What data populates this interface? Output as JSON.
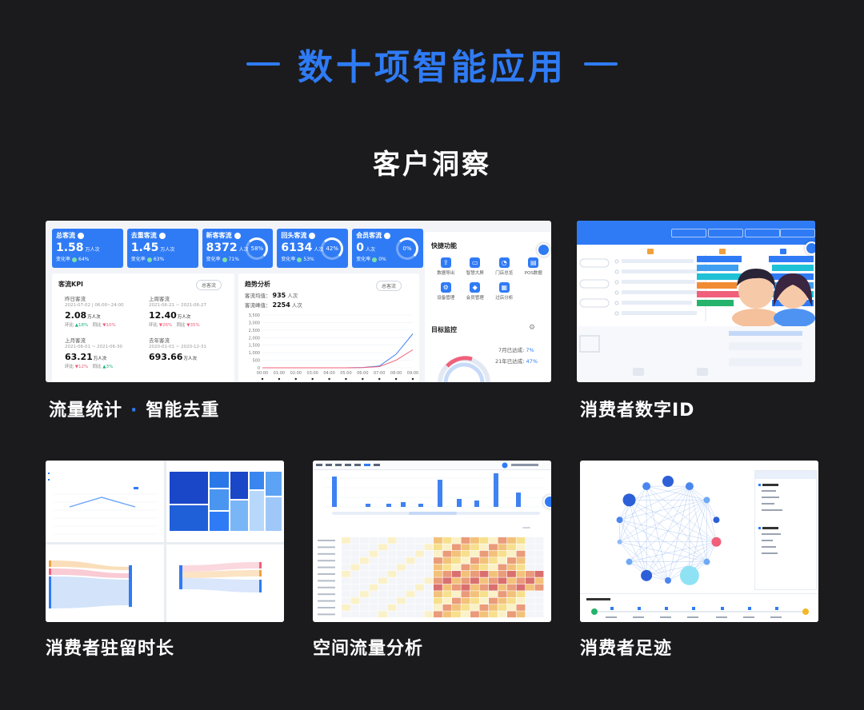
{
  "header": {
    "title": "数十项智能应用"
  },
  "section": {
    "title": "客户洞察"
  },
  "captions": {
    "card1_left": "流量统计",
    "card1_sep": "·",
    "card1_right": "智能去重",
    "card2": "消费者数字ID",
    "card3": "消费者驻留时长",
    "card4": "空间流量分析",
    "card5": "消费者足迹"
  },
  "colors": {
    "accent": "#2f7bf5",
    "background": "#1b1b1d",
    "up": "#1fb47a",
    "down": "#f05c7a"
  },
  "card1": {
    "kpis": [
      {
        "label": "总客流",
        "value": "1.58",
        "unit": "万人次",
        "rate_label": "变化率",
        "rate": "64%"
      },
      {
        "label": "去重客流",
        "value": "1.45",
        "unit": "万人次",
        "rate_label": "变化率",
        "rate": "63%"
      },
      {
        "label": "新客客流",
        "value": "8372",
        "unit": "人次",
        "rate_label": "变化率",
        "rate": "71%",
        "ring": "58%"
      },
      {
        "label": "回头客流",
        "value": "6134",
        "unit": "人次",
        "rate_label": "变化率",
        "rate": "53%",
        "ring": "42%"
      },
      {
        "label": "会员客流",
        "value": "0",
        "unit": "人次",
        "rate_label": "变化率",
        "rate": "0%",
        "ring": "0%"
      }
    ],
    "kpi_panel": {
      "title": "客流KPI",
      "select": "总客流",
      "cells": [
        {
          "name": "昨日客流",
          "range": "2021-07-02 | 06:00~24:00",
          "value": "2.08",
          "unit": "万人次",
          "ring_label": "环比",
          "ring_val": "18%",
          "ring_dir": "up",
          "yoy_label": "同比",
          "yoy_val": "10%",
          "yoy_dir": "down"
        },
        {
          "name": "上周客流",
          "range": "2021-06-21 ~ 2021-06-27",
          "value": "12.40",
          "unit": "万人次",
          "ring_label": "环比",
          "ring_val": "26%",
          "ring_dir": "down",
          "yoy_label": "同比",
          "yoy_val": "35%",
          "yoy_dir": "down"
        },
        {
          "name": "上月客流",
          "range": "2021-06-01 ~ 2021-06-30",
          "value": "63.21",
          "unit": "万人次",
          "ring_label": "环比",
          "ring_val": "12%",
          "ring_dir": "down",
          "yoy_label": "同比",
          "yoy_val": "3%",
          "yoy_dir": "up"
        },
        {
          "name": "去年客流",
          "range": "2020-01-01 ~ 2020-12-31",
          "value": "693.66",
          "unit": "万人次"
        }
      ]
    },
    "trend": {
      "title": "趋势分析",
      "select": "总客流",
      "peak_label": "客流均值：",
      "peak_value": "935",
      "peak_unit": "人次",
      "line2_label": "客流峰值：",
      "line2_value": "2254",
      "line2_unit": "人次"
    },
    "quick": {
      "title": "快捷功能",
      "items": [
        {
          "label": "数据导出",
          "icon": "export-icon"
        },
        {
          "label": "智慧大屏",
          "icon": "screen-icon"
        },
        {
          "label": "门店总览",
          "icon": "pie-icon"
        },
        {
          "label": "POS数据",
          "icon": "chart-icon"
        },
        {
          "label": "设备管理",
          "icon": "gear-icon"
        },
        {
          "label": "会员管理",
          "icon": "diamond-icon"
        },
        {
          "label": "过店分析",
          "icon": "analysis-icon"
        }
      ]
    },
    "target": {
      "title": "目标监控",
      "rows": [
        {
          "label": "7月已达成:",
          "value": "7%"
        },
        {
          "label": "21年已达成:",
          "value": "47%"
        }
      ]
    }
  },
  "chart_data": {
    "type": "line",
    "x": [
      "00:00",
      "01:00",
      "02:00",
      "03:00",
      "04:00",
      "05:00",
      "06:00",
      "07:00",
      "08:00",
      "09:00"
    ],
    "series": [
      {
        "values": [
          0,
          0,
          0,
          0,
          0,
          0,
          20,
          120,
          900,
          2254
        ]
      },
      {
        "values": [
          0,
          0,
          0,
          0,
          0,
          0,
          10,
          80,
          500,
          1200
        ]
      }
    ],
    "yticks": [
      "3,500",
      "3,000",
      "2,500",
      "2,000",
      "1,500",
      "1,000",
      "500",
      "0"
    ],
    "ylim": [
      0,
      3500
    ],
    "grid": true
  }
}
